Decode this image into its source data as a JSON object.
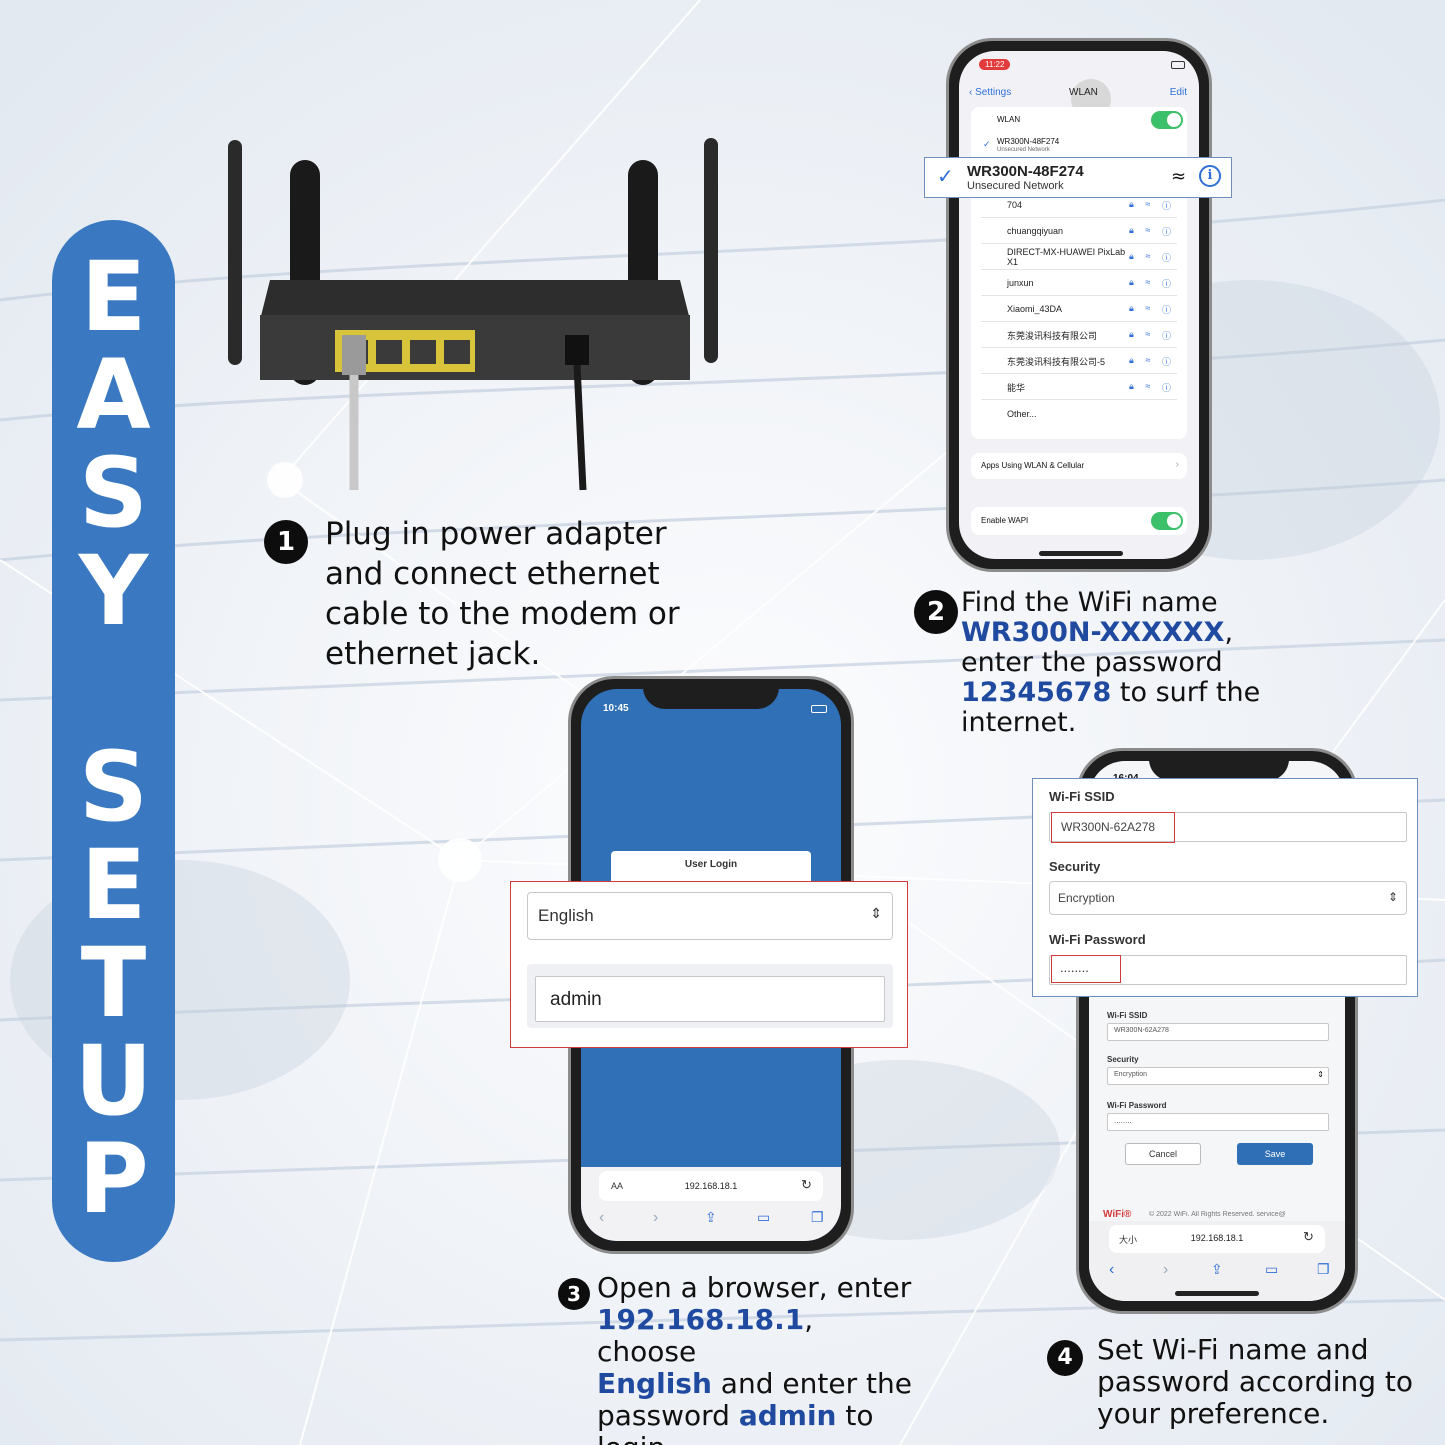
{
  "banner": {
    "word1": [
      "E",
      "A",
      "S",
      "Y"
    ],
    "word2": [
      "S",
      "E",
      "T",
      "U",
      "P"
    ]
  },
  "step1": {
    "number": "1",
    "text": "Plug in power adapter and connect ethernet cable to the modem or ethernet jack."
  },
  "step2": {
    "number": "2",
    "line1": "Find the WiFi name",
    "ssid": "WR300N-XXXXXX",
    "comma": ",",
    "line3": "enter the password",
    "password": "12345678",
    "line4": " to surf the",
    "line5": "internet."
  },
  "step3": {
    "number": "3",
    "line1": "Open a browser, enter",
    "ip": "192.168.18.1",
    "choose": ", choose",
    "lang": "English",
    "enter": " and enter the",
    "pw_pre": "password ",
    "admin": "admin",
    "to": "  to",
    "login": "login."
  },
  "step4": {
    "number": "4",
    "text": "Set Wi-Fi name and password according to your preference."
  },
  "phone_wlan": {
    "time": "11:22",
    "back": "Settings",
    "title": "WLAN",
    "edit": "Edit",
    "wlan_label": "WLAN",
    "connected_name": "WR300N-48F274",
    "connected_sub": "Unsecured Network",
    "networks": [
      "704",
      "chuangqiyuan",
      "DIRECT-MX-HUAWEI PixLab X1",
      "junxun",
      "Xiaomi_43DA",
      "东莞浚讯科技有限公司",
      "东莞浚讯科技有限公司-5",
      "能华"
    ],
    "other": "Other...",
    "apps": "Apps Using WLAN & Cellular",
    "wapi": "Enable WAPI",
    "callout_name": "WR300N-48F274",
    "callout_sub": "Unsecured Network"
  },
  "phone_login": {
    "time": "10:45",
    "card_title": "User Login",
    "language": "English",
    "password_value": "admin",
    "aa": "AA",
    "url": "192.168.18.1"
  },
  "phone_wifi": {
    "time": "16:04",
    "ssid_label": "Wi-Fi SSID",
    "ssid_value": "WR300N-62A278",
    "security_label": "Security",
    "security_value": "Encryption",
    "password_label": "Wi-Fi Password",
    "password_value": "........",
    "cancel": "Cancel",
    "save": "Save",
    "footer_brand": "WiFi®",
    "footer_copy": "© 2022 WiFi. All Rights Reserved. service@",
    "aa": "大小",
    "url": "192.168.18.1"
  }
}
